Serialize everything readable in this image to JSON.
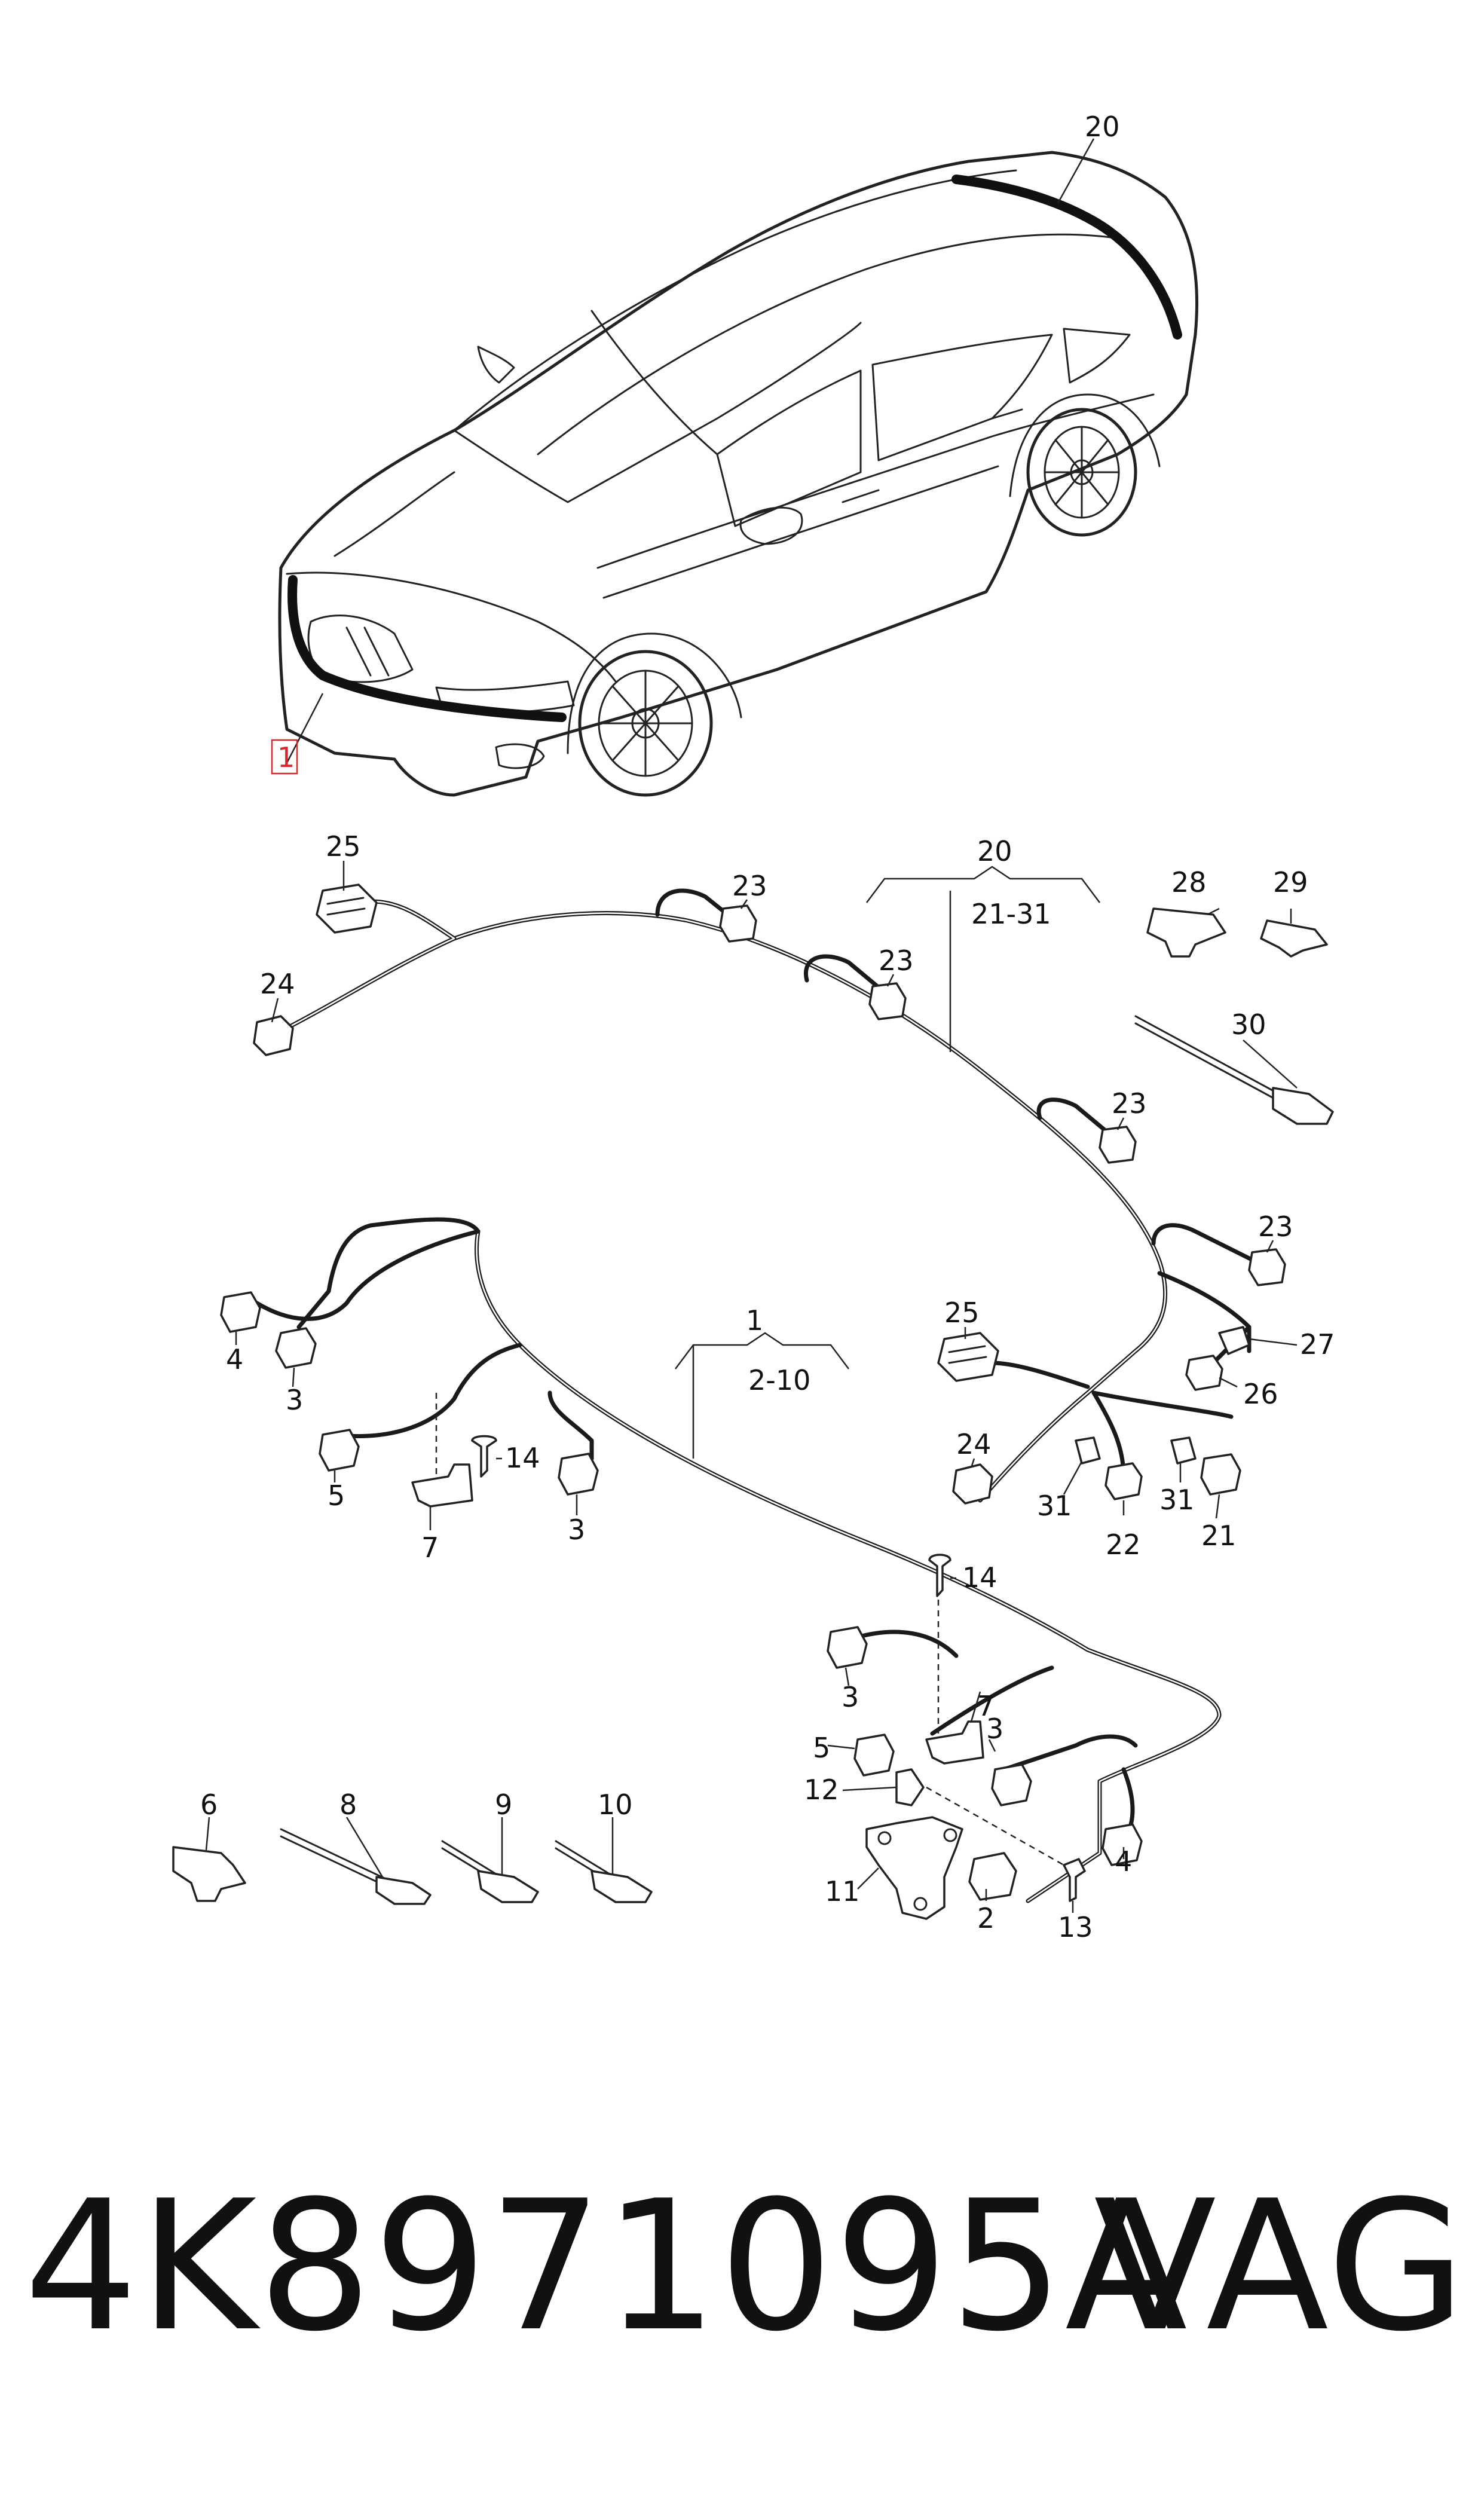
{
  "part_number": "4K8971095A",
  "brand": "VAG",
  "labels": {
    "l1_car": "1",
    "l20_car": "20",
    "l20_group": "20",
    "l20_range": "21-31",
    "l1_group": "1",
    "l1_range": "2-10",
    "l25a": "25",
    "l24a": "24",
    "l23a": "23",
    "l23b": "23",
    "l23c": "23",
    "l23d": "23",
    "l28": "28",
    "l29": "29",
    "l30": "30",
    "l25b": "25",
    "l27": "27",
    "l26": "26",
    "l24b": "24",
    "l31a": "31",
    "l22": "22",
    "l31b": "31",
    "l21": "21",
    "l4a": "4",
    "l3a": "3",
    "l5a": "5",
    "l14a": "14",
    "l7a": "7",
    "l3b": "3",
    "l14b": "14",
    "l3c": "3",
    "l7b": "7",
    "l5b": "5",
    "l3d": "3",
    "l12": "12",
    "l4b": "4",
    "l11": "11",
    "l2": "2",
    "l13": "13",
    "l6": "6",
    "l8": "8",
    "l9": "9",
    "l10": "10"
  },
  "colors": {
    "highlight_box": "#d9262c",
    "line": "#222222"
  }
}
